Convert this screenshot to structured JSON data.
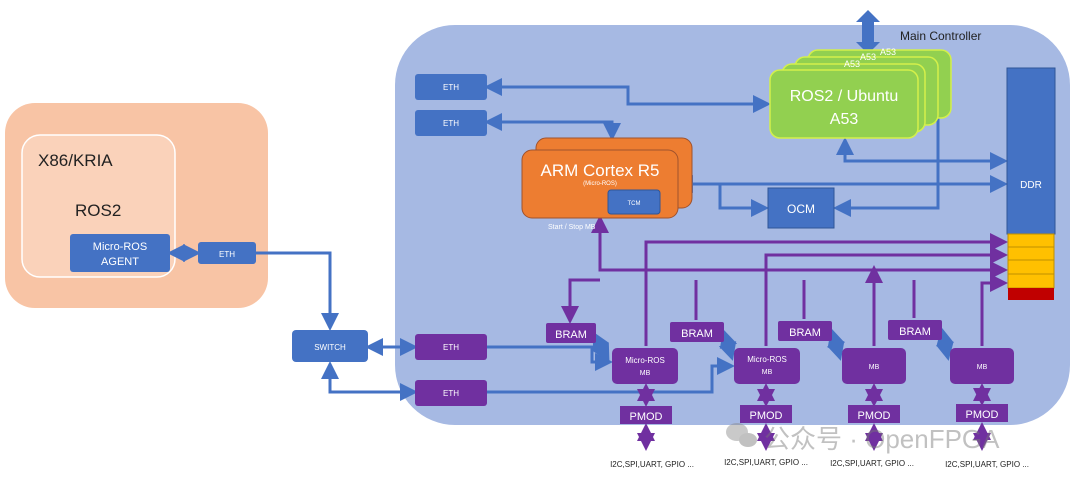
{
  "host": {
    "title": "X86/KRIA",
    "ros": "ROS2",
    "agent_line1": "Micro-ROS",
    "agent_line2": "AGENT",
    "eth": "ETH"
  },
  "switch": "SWITCH",
  "main_controller": "Main Controller",
  "eth": [
    "ETH",
    "ETH",
    "ETH",
    "ETH"
  ],
  "a53": {
    "stack_labels": [
      "A53",
      "A53",
      "A53"
    ],
    "line1": "ROS2 / Ubuntu",
    "line2": "A53"
  },
  "r5": {
    "title": "ARM Cortex R5",
    "sub": "(Micro-ROS)",
    "tcm": "TCM",
    "start_stop": "Start / Stop MB"
  },
  "ocm": "OCM",
  "ddr": "DDR",
  "bram": [
    "BRAM",
    "BRAM",
    "BRAM",
    "BRAM"
  ],
  "mb": [
    {
      "line1": "Micro-ROS",
      "line2": "MB"
    },
    {
      "line1": "Micro-ROS",
      "line2": "MB"
    },
    {
      "line1": "",
      "line2": "MB"
    },
    {
      "line1": "",
      "line2": "MB"
    }
  ],
  "pmod": [
    "PMOD",
    "PMOD",
    "PMOD",
    "PMOD"
  ],
  "io": [
    "I2C,SPI,UART, GPIO ...",
    "I2C,SPI,UART, GPIO ...",
    "I2C,SPI,UART, GPIO ...",
    "I2C,SPI,UART, GPIO ..."
  ],
  "watermark": "公众号 · OpenFPGA",
  "colors": {
    "blue": "#4472c4",
    "purple": "#7030a0",
    "green": "#92d050",
    "orange": "#ed7d31",
    "region": "#a6b9e3",
    "host": "#f8c4a5",
    "yellow": "#ffc000",
    "red": "#c00000"
  }
}
